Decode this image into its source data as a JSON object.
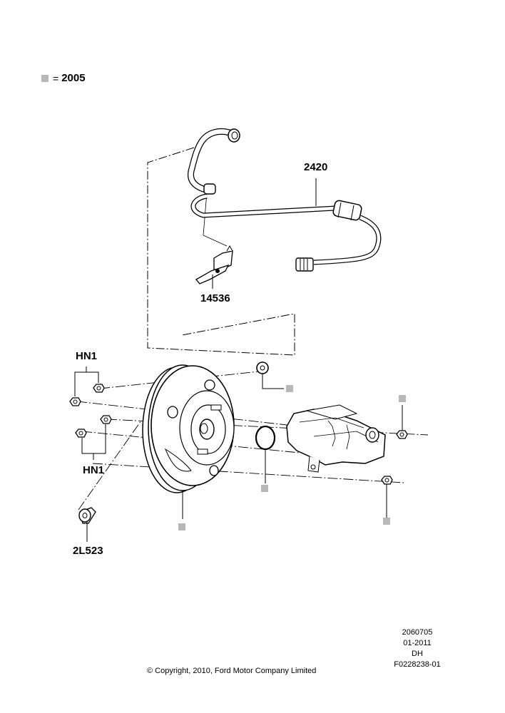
{
  "legend": {
    "symbol": "=",
    "code": "2005",
    "marker_color": "#b8b8b8"
  },
  "labels": {
    "hose": "2420",
    "bracket": "14536",
    "nuts_top": "HN1",
    "nuts_bottom": "HN1",
    "bolt": "2L523"
  },
  "footer": {
    "code1": "2060705",
    "date": "01-2011",
    "initials": "DH",
    "figure_id": "F0228238-01",
    "copyright": "© Copyright, 2010, Ford Motor Company Limited"
  }
}
